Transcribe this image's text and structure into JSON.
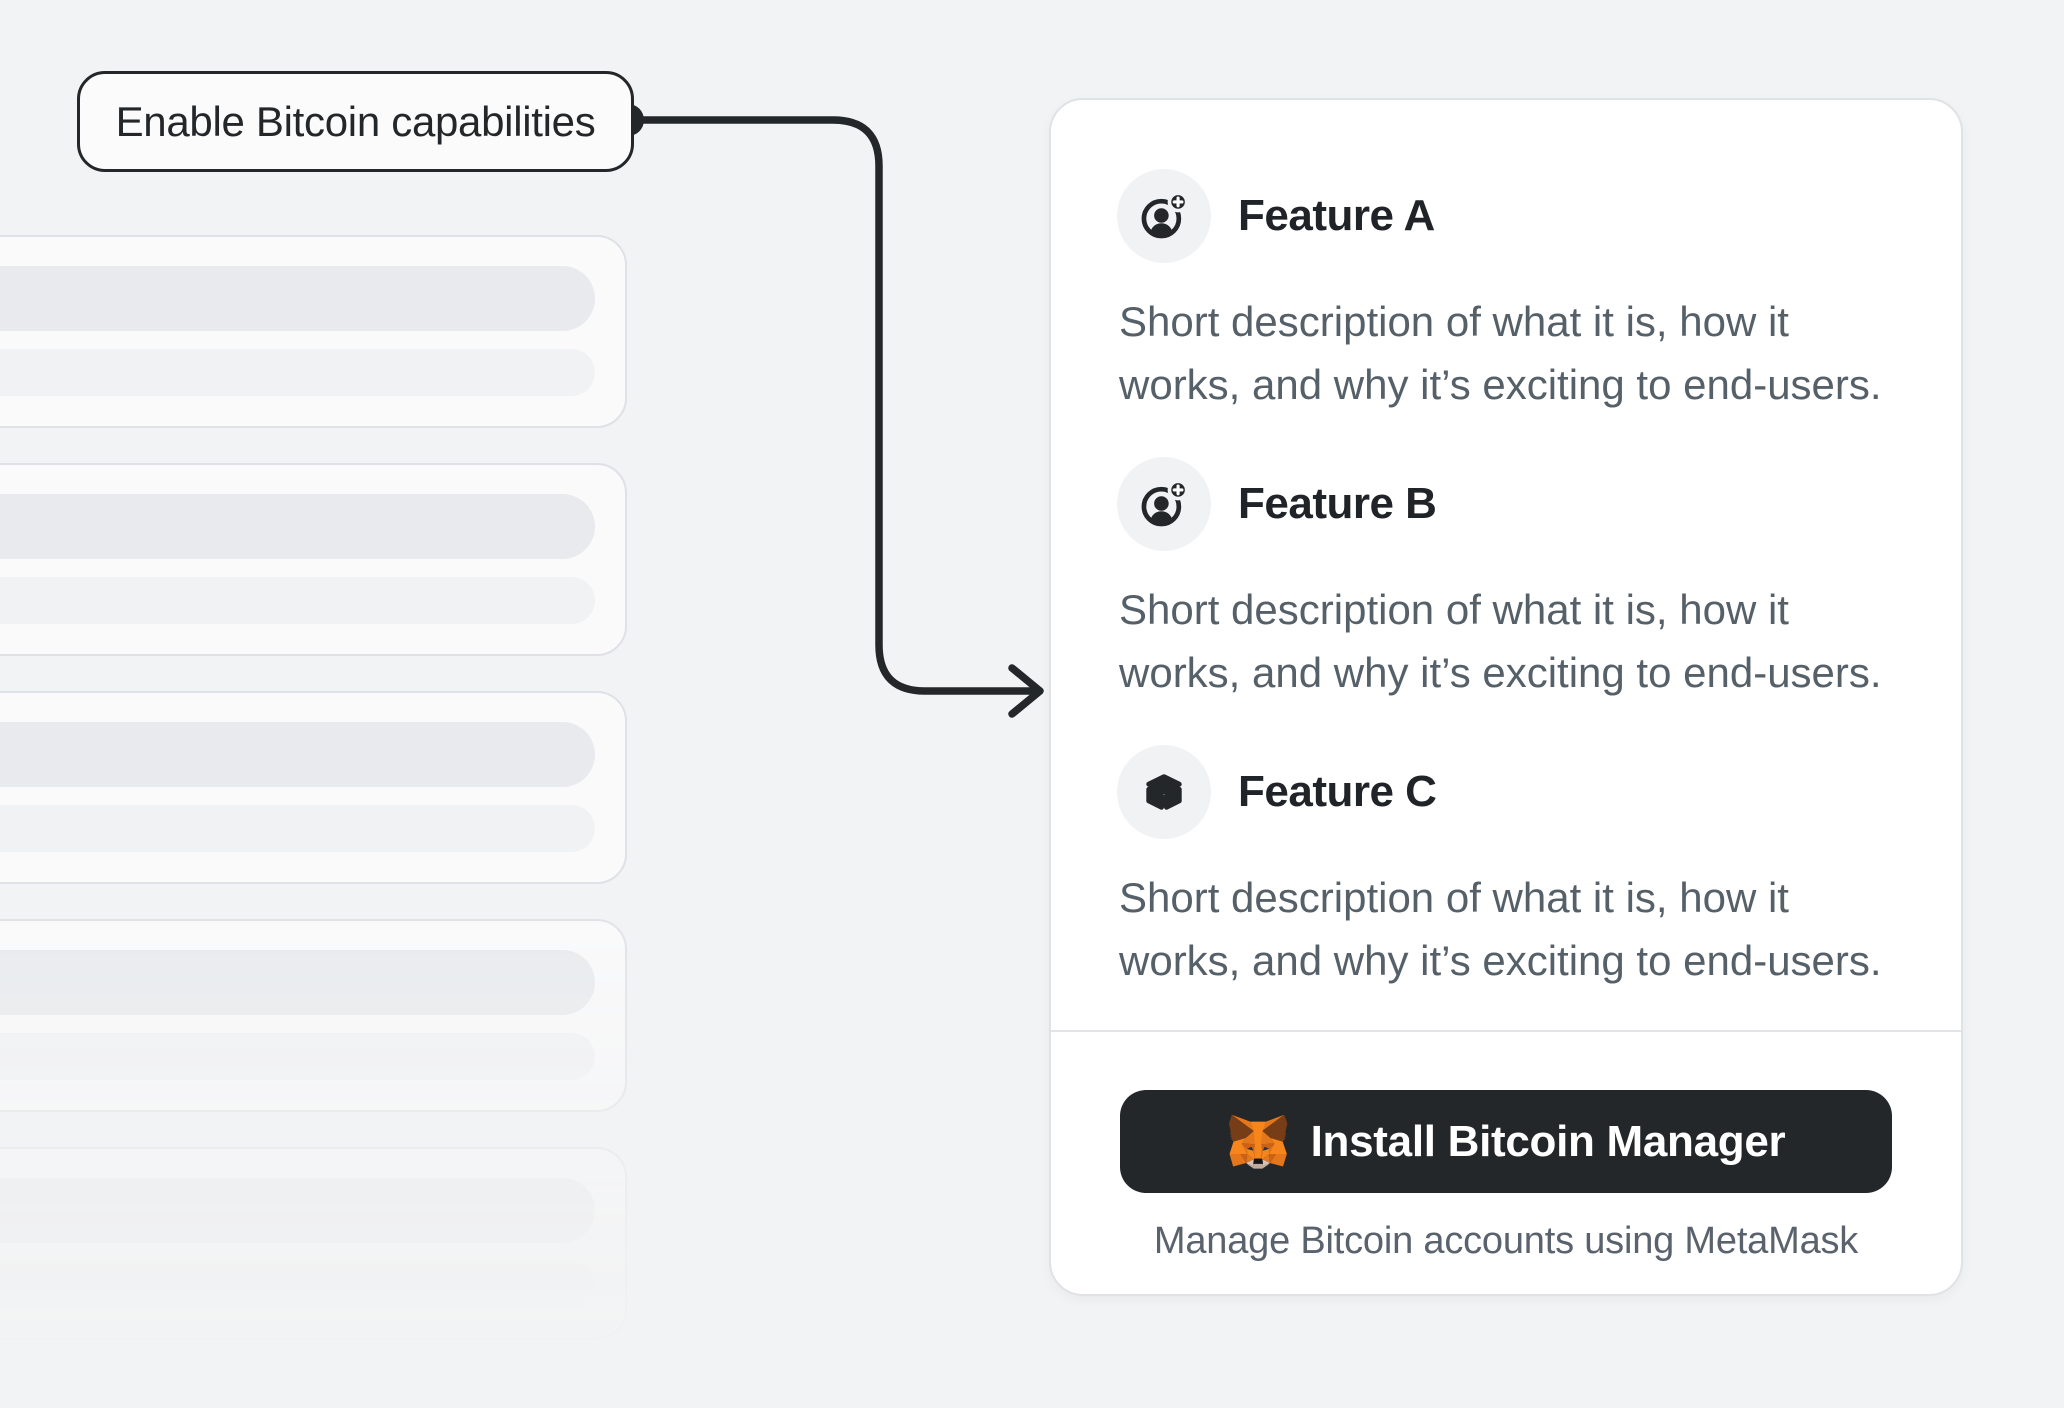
{
  "annotation": {
    "label": "Enable Bitcoin capabilities"
  },
  "features": [
    {
      "icon": "user-add-icon",
      "title": "Feature A",
      "description": "Short description of what it is, how it works, and why it’s exciting to end-users."
    },
    {
      "icon": "user-add-icon",
      "title": "Feature B",
      "description": "Short description of what it is, how it works, and why it’s exciting to end-users."
    },
    {
      "icon": "cube-icon",
      "title": "Feature C",
      "description": "Short description of what it is, how it works, and why it’s exciting to end-users."
    }
  ],
  "footer": {
    "install_button_label": "Install Bitcoin Manager",
    "install_button_icon": "metamask-fox-icon",
    "caption": "Manage Bitcoin accounts using MetaMask"
  },
  "skeleton": {
    "card_count": 5
  },
  "colors": {
    "ink": "#24272a",
    "muted_text": "#566069",
    "button_bg": "#24272a",
    "metamask_orange": "#f6851b",
    "page_bg": "#f2f3f4"
  }
}
